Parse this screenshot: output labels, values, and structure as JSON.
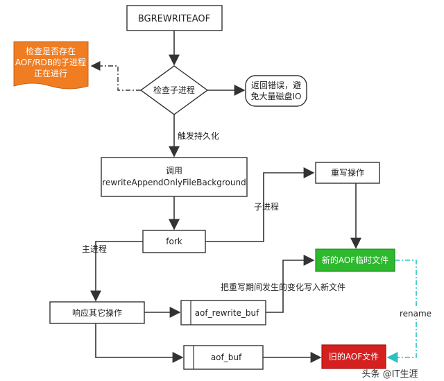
{
  "nodes": {
    "bgrewriteaof": "BGREWRITEAOF",
    "check_child": "检查子进程",
    "note_lines": [
      "检查是否存在",
      "AOF/RDB的子进程",
      "正在进行"
    ],
    "error_lines": [
      "返回错误，避",
      "免大量磁盘IO"
    ],
    "call_lines": [
      "调用",
      "rewriteAppendOnlyFileBackground"
    ],
    "fork": "fork",
    "rewrite_op": "重写操作",
    "new_aof": "新的AOF临时文件",
    "respond": "响应其它操作",
    "aof_rewrite_buf": "aof_rewrite_buf",
    "aof_buf": "aof_buf",
    "old_aof": "旧的AOF文件"
  },
  "labels": {
    "trigger": "触发持久化",
    "child_process": "子进程",
    "main_process": "主进程",
    "write_changes": "把重写期间发生的变化写入新文件",
    "rename": "rename"
  },
  "watermark": "头条 @IT生涯",
  "colors": {
    "note_fill": "#f07d22",
    "new_aof_fill": "#2eb82e",
    "old_aof_fill": "#d61f1f",
    "rename_line": "#29c2c2"
  }
}
